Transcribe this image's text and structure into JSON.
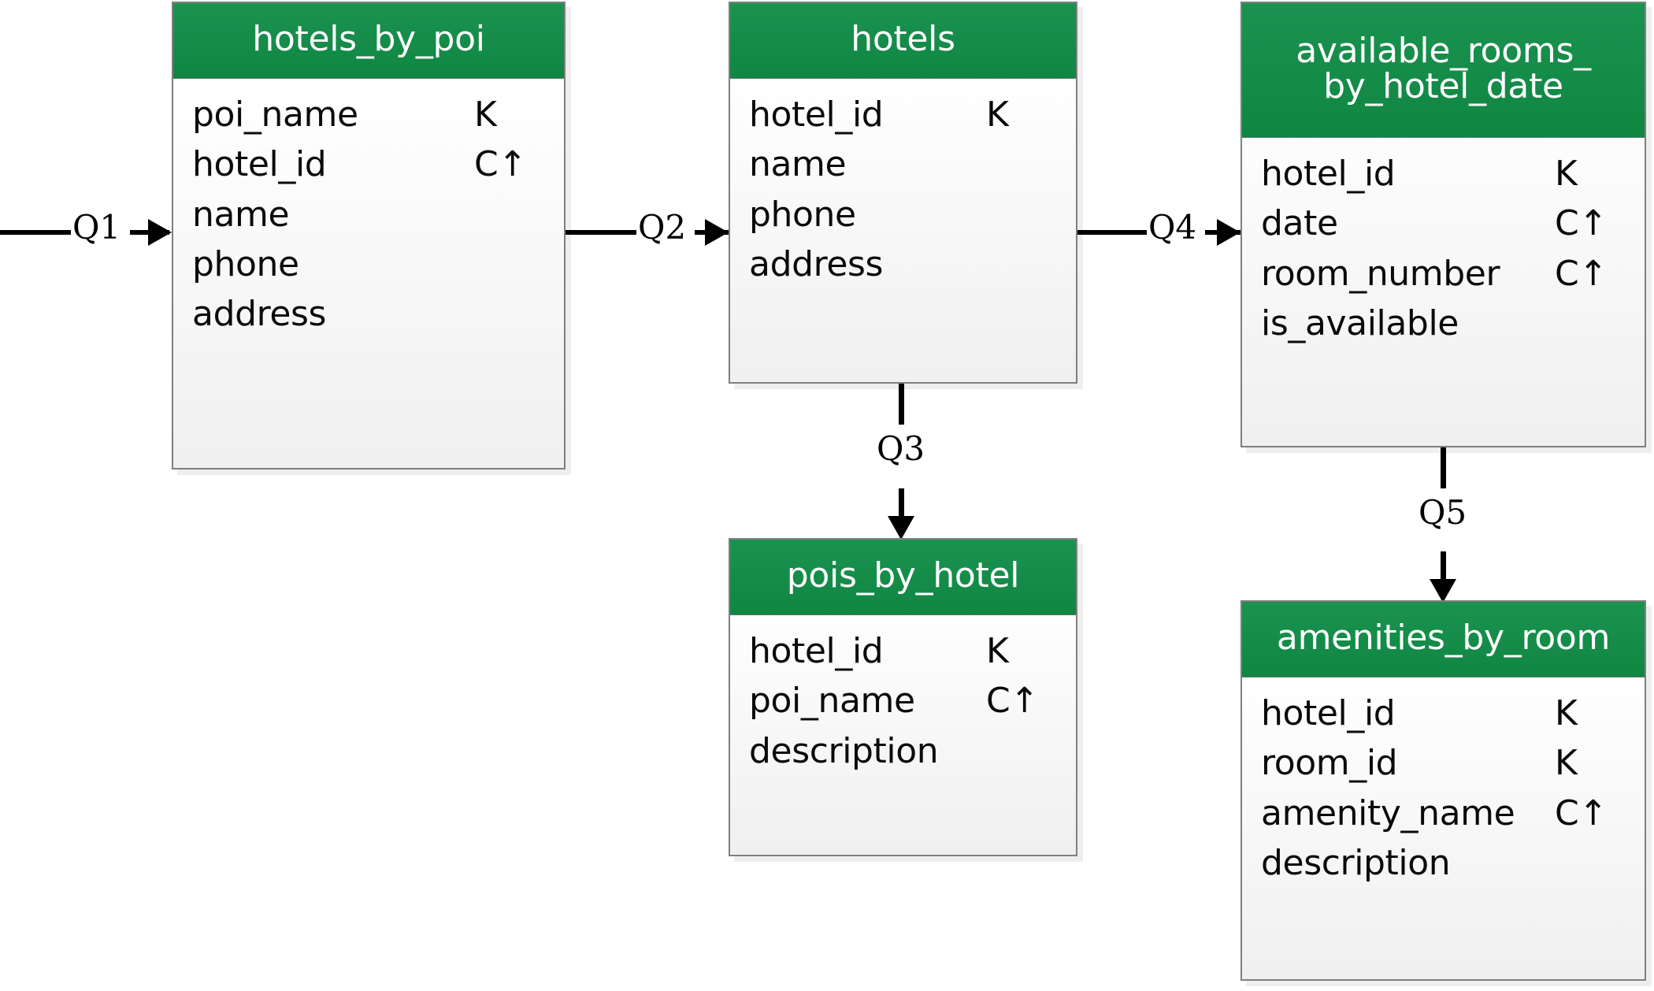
{
  "diagram": {
    "type": "cassandra-chebotko-data-model",
    "title": "",
    "key_legend": {
      "partition_key": "K",
      "clustering_ascending": "C↑"
    },
    "theme": {
      "header_green": "#0f8642",
      "header_green_light": "#1b9350",
      "border_gray": "#7f7f7f",
      "body_top": "#ffffff",
      "body_bottom": "#f0f0f0",
      "text": "#0a0a0a",
      "connector": "#000000"
    },
    "tables": [
      {
        "id": "hotels_by_poi",
        "name": "hotels_by_poi",
        "columns": [
          {
            "name": "poi_name",
            "key": "K"
          },
          {
            "name": "hotel_id",
            "key": "C↑"
          },
          {
            "name": "name",
            "key": ""
          },
          {
            "name": "phone",
            "key": ""
          },
          {
            "name": "address",
            "key": ""
          }
        ]
      },
      {
        "id": "hotels",
        "name": "hotels",
        "columns": [
          {
            "name": "hotel_id",
            "key": "K"
          },
          {
            "name": "name",
            "key": ""
          },
          {
            "name": "phone",
            "key": ""
          },
          {
            "name": "address",
            "key": ""
          }
        ]
      },
      {
        "id": "available_rooms_by_hotel_date",
        "name": "available_rooms_\nby_hotel_date",
        "columns": [
          {
            "name": "hotel_id",
            "key": "K"
          },
          {
            "name": "date",
            "key": "C↑"
          },
          {
            "name": "room_number",
            "key": "C↑"
          },
          {
            "name": "is_available",
            "key": ""
          }
        ]
      },
      {
        "id": "pois_by_hotel",
        "name": "pois_by_hotel",
        "columns": [
          {
            "name": "hotel_id",
            "key": "K"
          },
          {
            "name": "poi_name",
            "key": "C↑"
          },
          {
            "name": "description",
            "key": ""
          }
        ]
      },
      {
        "id": "amenities_by_room",
        "name": "amenities_by_room",
        "columns": [
          {
            "name": "hotel_id",
            "key": "K"
          },
          {
            "name": "room_id",
            "key": "K"
          },
          {
            "name": "amenity_name",
            "key": "C↑"
          },
          {
            "name": "description",
            "key": ""
          }
        ]
      }
    ],
    "connectors": [
      {
        "id": "q1",
        "label": "Q1",
        "from": "",
        "to": "hotels_by_poi",
        "direction": "right"
      },
      {
        "id": "q2",
        "label": "Q2",
        "from": "hotels_by_poi",
        "to": "hotels",
        "direction": "right"
      },
      {
        "id": "q3",
        "label": "Q3",
        "from": "hotels",
        "to": "pois_by_hotel",
        "direction": "down"
      },
      {
        "id": "q4",
        "label": "Q4",
        "from": "hotels",
        "to": "available_rooms_by_hotel_date",
        "direction": "right"
      },
      {
        "id": "q5",
        "label": "Q5",
        "from": "available_rooms_by_hotel_date",
        "to": "amenities_by_room",
        "direction": "down"
      }
    ]
  }
}
